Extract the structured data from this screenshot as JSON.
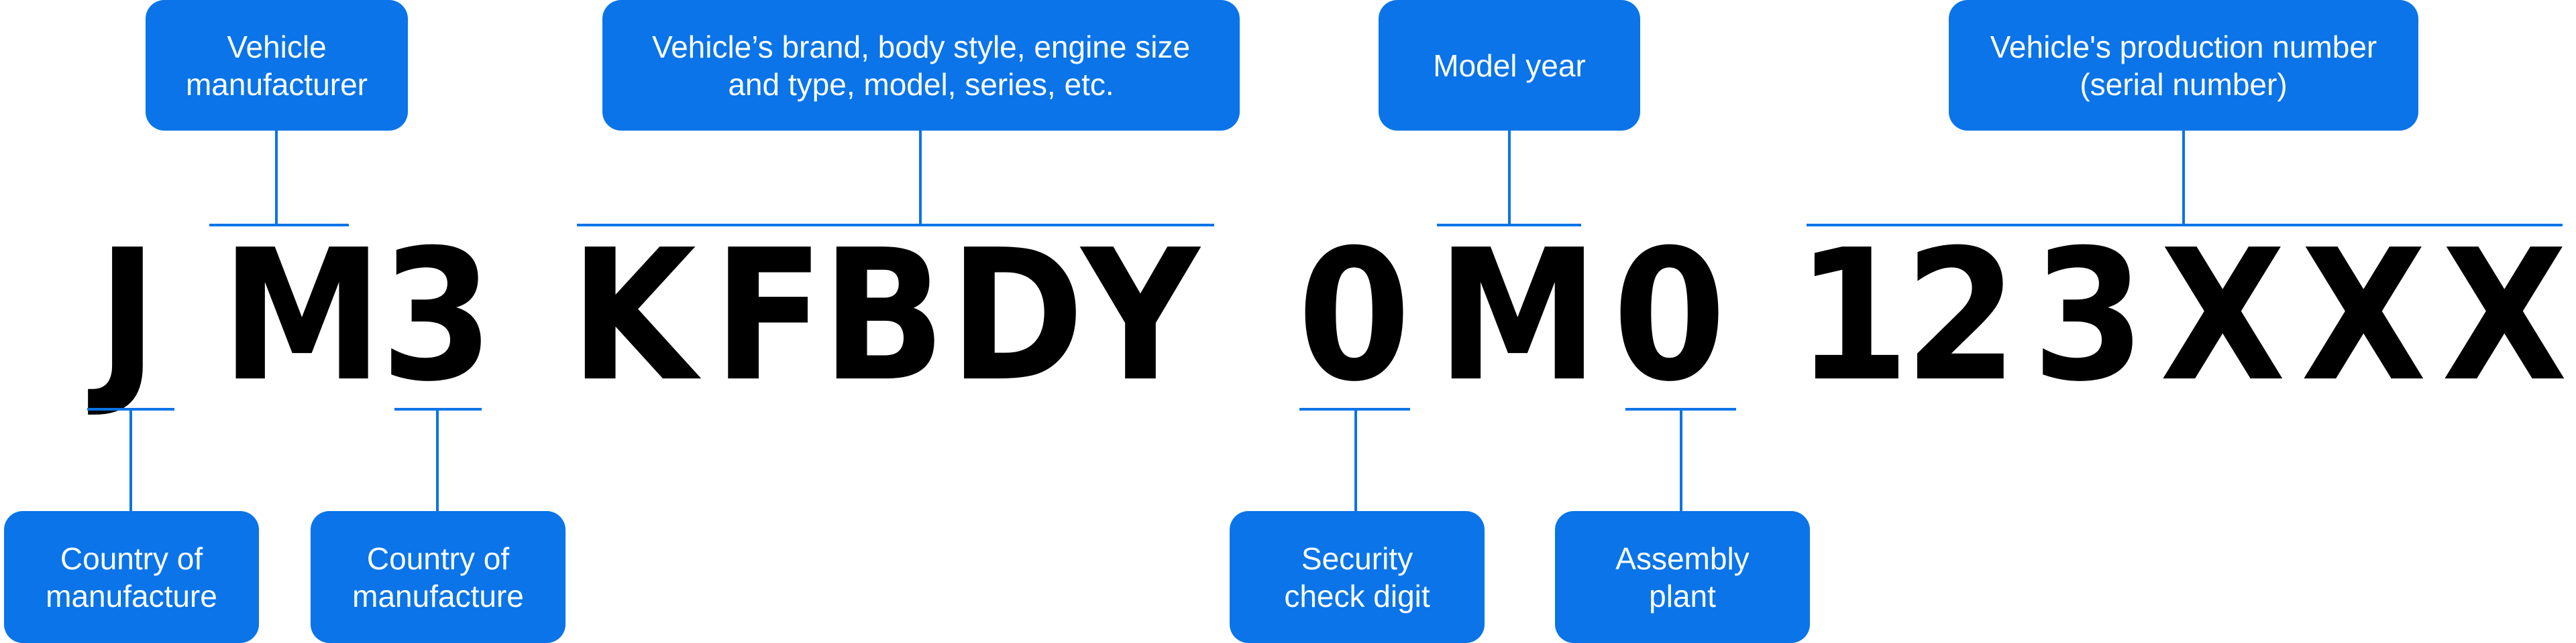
{
  "vin": {
    "characters": [
      "J",
      "M",
      "3",
      "K",
      "F",
      "B",
      "D",
      "Y",
      "0",
      "M",
      "0",
      "1",
      "2",
      "3",
      "X",
      "X",
      "X"
    ]
  },
  "colors": {
    "accent": "#0a74e8",
    "text": "#000000",
    "label_text": "#ffffff",
    "background": "#ffffff"
  },
  "labels": {
    "vehicle_manufacturer": [
      "Vehicle",
      "manufacturer"
    ],
    "vehicle_descriptor": [
      "Vehicle’s brand, body style, engine size",
      "and type, model, series, etc."
    ],
    "model_year": [
      "Model year"
    ],
    "production_number": [
      "Vehicle's production number",
      "(serial number)"
    ],
    "country_of_manufacture_1": [
      "Country of",
      "manufacture"
    ],
    "country_of_manufacture_2": [
      "Country of",
      "manufacture"
    ],
    "security_check_digit": [
      "Security",
      "check digit"
    ],
    "assembly_plant": [
      "Assembly",
      "plant"
    ]
  }
}
